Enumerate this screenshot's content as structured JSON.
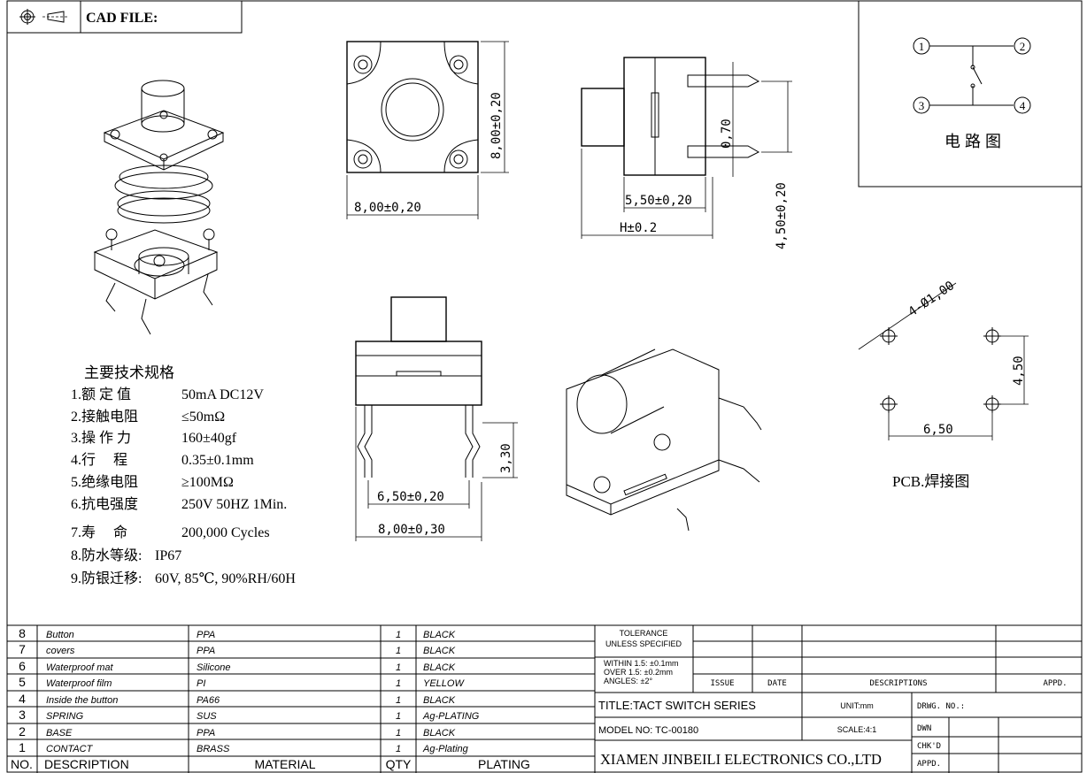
{
  "header": {
    "projection_icon": "third-angle-projection-icon",
    "cad_file_label": "CAD FILE:"
  },
  "dimensions": {
    "top_width": "8,00±0,20",
    "top_height": "8,00±0,20",
    "side_body": "5,50±0,20",
    "side_total": "H±0.2",
    "side_pin_gap": "0,70",
    "side_pin_span": "4,50±0,20",
    "front_pin_height": "3,30",
    "front_pin_span": "6,50±0,20",
    "front_width": "8,00±0,30"
  },
  "circuit": {
    "pins": [
      "1",
      "2",
      "3",
      "4"
    ],
    "title": "电 路 图"
  },
  "pcb": {
    "hole_label": "4-Ø1,00",
    "vertical": "4,50",
    "horizontal": "6,50",
    "title": "PCB.焊接图"
  },
  "specs": {
    "title": "主要技术规格",
    "items": [
      {
        "label": "1.额 定 值",
        "value": "50mA DC12V"
      },
      {
        "label": "2.接触电阻",
        "value": "≤50mΩ"
      },
      {
        "label": "3.操 作 力",
        "value": "160±40gf"
      },
      {
        "label": "4.行     程",
        "value": "0.35±0.1mm"
      },
      {
        "label": "5.绝缘电阻",
        "value": "≥100MΩ"
      },
      {
        "label": "6.抗电强度",
        "value": "250V 50HZ 1Min."
      },
      {
        "label": "7.寿     命",
        "value": "200,000 Cycles"
      },
      {
        "label": "8.防水等级:",
        "value": "IP67"
      },
      {
        "label": "9.防银迁移:",
        "value": "60V, 85℃, 90%RH/60H"
      }
    ]
  },
  "bom": {
    "headers": {
      "no": "NO.",
      "description": "DESCRIPTION",
      "material": "MATERIAL",
      "qty": "QTY",
      "plating": "PLATING"
    },
    "rows": [
      {
        "no": "8",
        "description": "Button",
        "material": "PPA",
        "qty": "1",
        "plating": "BLACK"
      },
      {
        "no": "7",
        "description": "covers",
        "material": "PPA",
        "qty": "1",
        "plating": "BLACK"
      },
      {
        "no": "6",
        "description": "Waterproof mat",
        "material": "Silicone",
        "qty": "1",
        "plating": "BLACK"
      },
      {
        "no": "5",
        "description": "Waterproof film",
        "material": "PI",
        "qty": "1",
        "plating": "YELLOW"
      },
      {
        "no": "4",
        "description": "Inside the button",
        "material": "PA66",
        "qty": "1",
        "plating": "BLACK"
      },
      {
        "no": "3",
        "description": "SPRING",
        "material": "SUS",
        "qty": "1",
        "plating": "Ag-PLATING"
      },
      {
        "no": "2",
        "description": "BASE",
        "material": "PPA",
        "qty": "1",
        "plating": "BLACK"
      },
      {
        "no": "1",
        "description": "CONTACT",
        "material": "BRASS",
        "qty": "1",
        "plating": "Ag-Plating"
      }
    ]
  },
  "title_block": {
    "tolerance_line1": "TOLERANCE",
    "tolerance_line2": "UNLESS SPECIFIED",
    "within": "WITHIN 1.5: ±0.1mm",
    "over": "OVER 1.5:  ±0.2mm",
    "angles": "ANGLES: ±2°",
    "issue": "ISSUE",
    "date": "DATE",
    "descriptions": "DESCRIPTIONS",
    "appd_top": "APPD.",
    "title": "TITLE:TACT SWITCH SERIES",
    "unit": "UNIT:mm",
    "drwg_no": "DRWG. NO.:",
    "model": "MODEL NO: TC-00180",
    "scale": "SCALE:4:1",
    "dwn": "DWN",
    "chkd": "CHK'D",
    "appd": "APPD.",
    "company": "XIAMEN JINBEILI ELECTRONICS CO.,LTD"
  }
}
